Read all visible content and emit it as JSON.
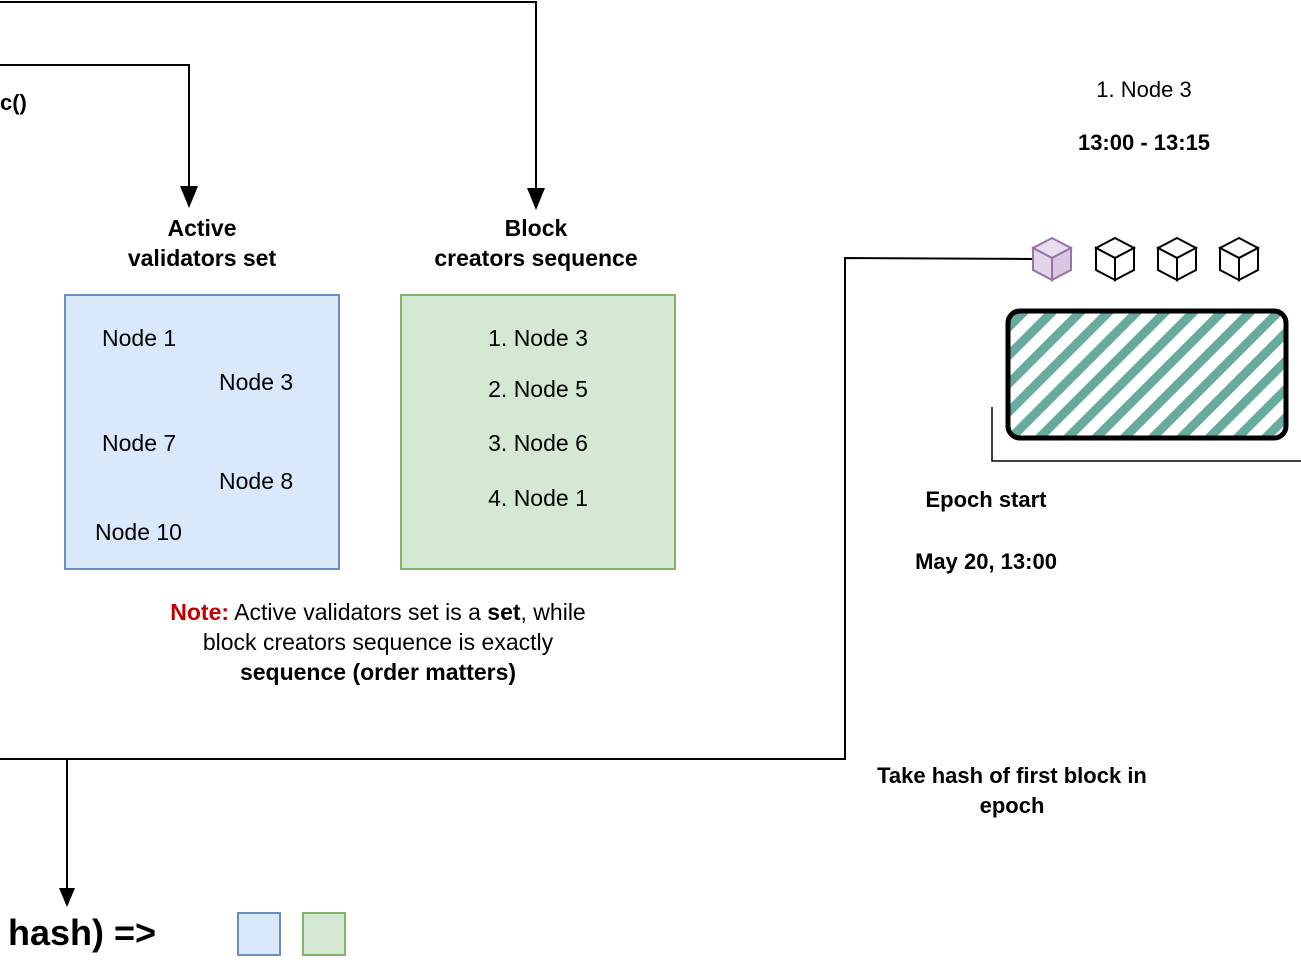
{
  "top_fragment_text": "c()",
  "active_set": {
    "title_line1": "Active",
    "title_line2": "validators set",
    "nodes": [
      "Node 1",
      "Node 3",
      "Node 7",
      "Node 8",
      "Node 10"
    ]
  },
  "sequence": {
    "title_line1": "Block",
    "title_line2": "creators sequence",
    "items": [
      "1. Node 3",
      "2. Node 5",
      "3. Node 6",
      "4. Node 1"
    ]
  },
  "note": {
    "prefix": "Note:",
    "part1": " Active validators set is a ",
    "bold1": "set",
    "part2": ", while",
    "line2": "block creators sequence is exactly",
    "line3": "sequence (order matters)"
  },
  "slot": {
    "node_label": "1. Node 3",
    "time_range": "13:00 - 13:15"
  },
  "epoch": {
    "title": "Epoch start",
    "date": "May 20, 13:00"
  },
  "hash_caption": {
    "line1": "Take hash of first block in",
    "line2": "epoch"
  },
  "formula_fragment": "hash) =>",
  "colors": {
    "blue_fill": "#dae8fc",
    "blue_stroke": "#6c8ebf",
    "green_fill": "#d5e8d4",
    "green_stroke": "#82b366",
    "first_block_fill": "#e1d5e7",
    "first_block_stroke": "#9673a6",
    "hatch": "#67ab9f",
    "note_red": "#c00000"
  },
  "icons": [
    "cube-icon-first-block",
    "cube-icon",
    "cube-icon",
    "cube-icon"
  ]
}
